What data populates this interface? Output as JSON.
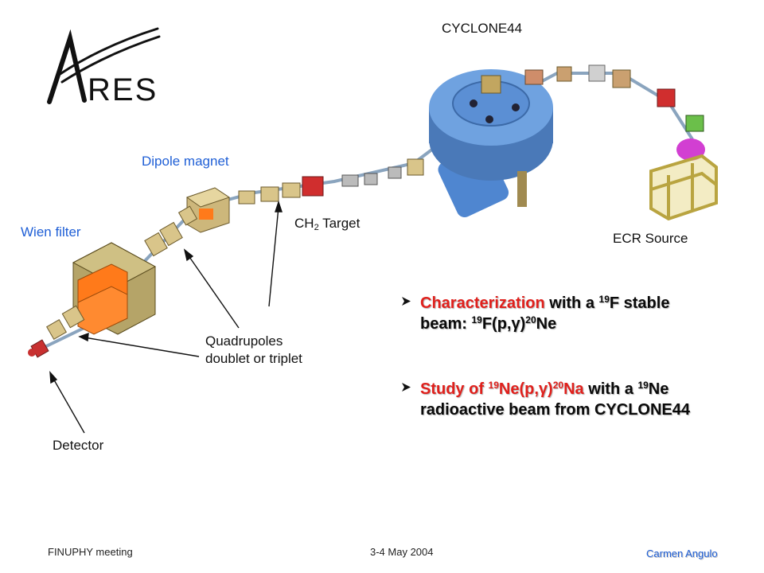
{
  "logo": {
    "text": "ARES"
  },
  "labels": {
    "cyclone": "CYCLONE44",
    "dipole": "Dipole magnet",
    "wien": "Wien filter",
    "target_pre": "CH",
    "target_sub": "2",
    "target_post": " Target",
    "ecr": "ECR Source",
    "quad_line1": "Quadrupoles",
    "quad_line2": "doublet or triplet",
    "detector": "Detector"
  },
  "bullets": [
    {
      "a_red": "Characterization",
      "a_rest": " with a ",
      "a_sup": "19",
      "a_end": "F stable",
      "b_pre": "beam: ",
      "b_sup1": "19",
      "b_mid": "F(p,γ)",
      "b_sup2": "20",
      "b_end": "Ne"
    },
    {
      "a_red_pre": "Study of ",
      "a_red_sup1": "19",
      "a_red_mid": "Ne(p,γ)",
      "a_red_sup2": "20",
      "a_red_end": "Na",
      "a_rest": " with a ",
      "a_sup": "19",
      "a_end": "Ne",
      "b": "radioactive beam from CYCLONE44"
    }
  ],
  "footer": {
    "meeting": "FINUPHY meeting",
    "date": "3-4 May 2004",
    "author": "Carmen Angulo"
  },
  "colors": {
    "accent_blue": "#1f5fd6",
    "highlight_red": "#e0201c",
    "cyclotron": "#5b8fd4",
    "magnet_tan": "#cdb77b",
    "wien_orange": "#ff7a1a"
  }
}
